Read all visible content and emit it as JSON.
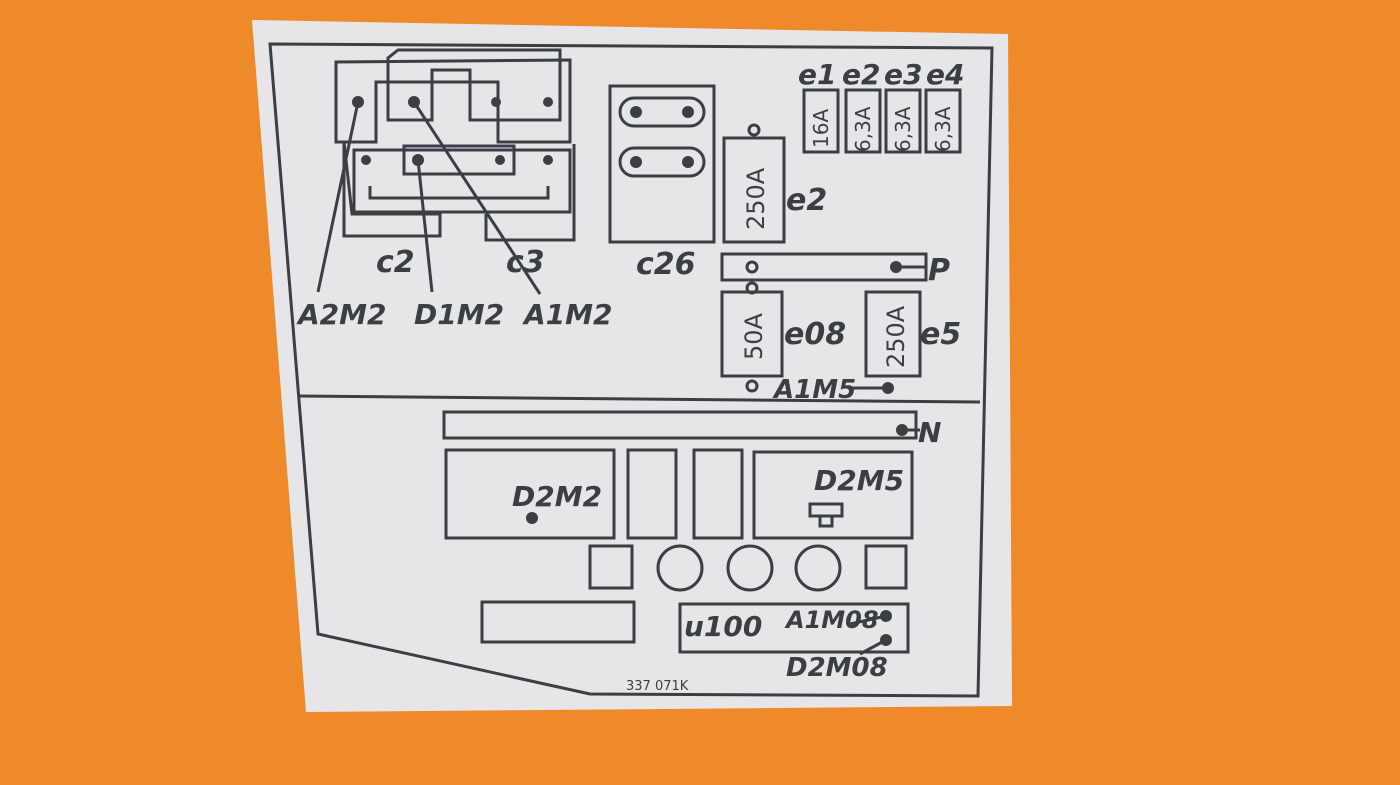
{
  "colors": {
    "background": "#ef8a2a",
    "label_face": "#e6e6e8",
    "ink": "#3a3f46"
  },
  "relays": {
    "c2": "c2",
    "c3": "c3",
    "c26": "c26"
  },
  "terminals_top": {
    "a2m2": "A2M2",
    "d1m2": "D1M2",
    "a1m2": "A1M2"
  },
  "fuses_small": [
    {
      "id": "e1",
      "rating": "16A"
    },
    {
      "id": "e2",
      "rating": "6,3A"
    },
    {
      "id": "e3",
      "rating": "6,3A"
    },
    {
      "id": "e4",
      "rating": "6,3A"
    }
  ],
  "fuses_large": {
    "e2": {
      "id": "e2",
      "rating": "250A"
    },
    "e08": {
      "id": "e08",
      "rating": "50A"
    },
    "e5": {
      "id": "e5",
      "rating": "250A"
    }
  },
  "bars": {
    "p": "P",
    "n": "N"
  },
  "terminals_bottom": {
    "a1m5": "A1M5",
    "d2m2": "D2M2",
    "d2m5": "D2M5",
    "u100": "u100",
    "a1m08": "A1M08",
    "d2m08": "D2M08"
  },
  "part_number": "337 071K"
}
